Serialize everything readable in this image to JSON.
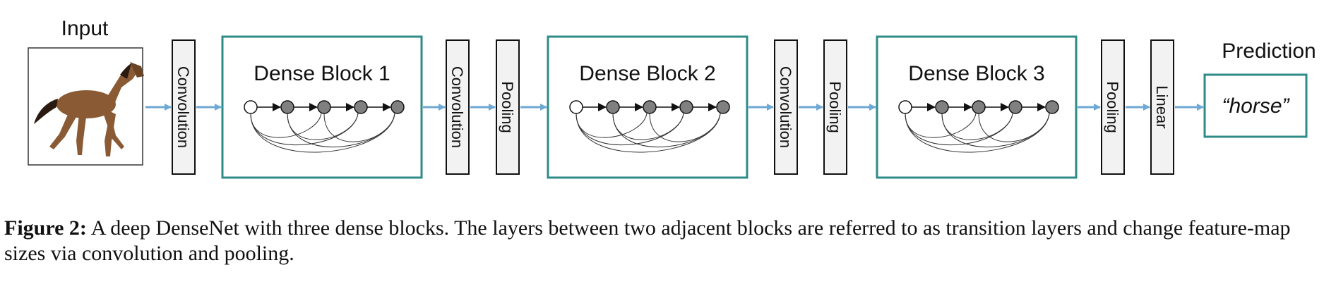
{
  "input_label": "Input",
  "output_label": "Prediction",
  "prediction_text": "“horse”",
  "layers": [
    {
      "id": "conv-1",
      "type": "layer",
      "label": "Convolution"
    },
    {
      "id": "block-1",
      "type": "dense_block",
      "label": "Dense Block 1"
    },
    {
      "id": "conv-2",
      "type": "layer",
      "label": "Convolution"
    },
    {
      "id": "pool-1",
      "type": "layer",
      "label": "Pooling"
    },
    {
      "id": "block-2",
      "type": "dense_block",
      "label": "Dense Block 2"
    },
    {
      "id": "conv-3",
      "type": "layer",
      "label": "Convolution"
    },
    {
      "id": "pool-2",
      "type": "layer",
      "label": "Pooling"
    },
    {
      "id": "block-3",
      "type": "dense_block",
      "label": "Dense Block 3"
    },
    {
      "id": "pool-3",
      "type": "layer",
      "label": "Pooling"
    },
    {
      "id": "linear",
      "type": "layer",
      "label": "Linear"
    }
  ],
  "caption": {
    "label": "Figure 2:",
    "text": "A deep DenseNet with three dense blocks. The layers between two adjacent blocks are referred to as transition layers and change feature-map sizes via convolution and pooling."
  },
  "colors": {
    "block_border": "#2e8b87",
    "arrow": "#6ea8d4",
    "layer_fill": "#f2f2f2",
    "node_filled": "#808080",
    "node_input": "#ffffff"
  }
}
